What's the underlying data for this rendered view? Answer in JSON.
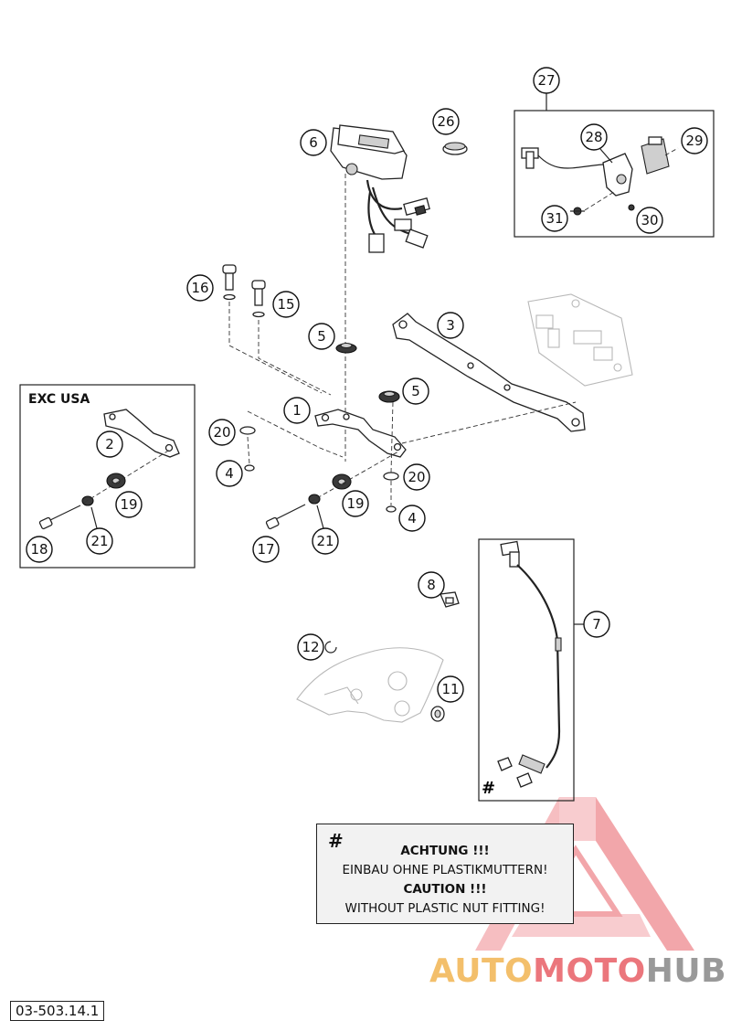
{
  "drawing_number": "03-503.14.1",
  "region_label": "EXC USA",
  "warning": {
    "symbol": "#",
    "line1": "ACHTUNG !!!",
    "line2": "EINBAU OHNE PLASTIKMUTTERN!",
    "line3": "CAUTION !!!",
    "line4": "WITHOUT PLASTIC NUT FITTING!"
  },
  "cable_note_symbol": "#",
  "watermark": {
    "part_a": "AUTO",
    "part_b": "MOTO",
    "part_c": "HUB",
    "colors": {
      "a": "#f1b552",
      "b": "#e85f66",
      "c": "#8f8f8f",
      "triangle": "#e85f66"
    }
  },
  "callouts": {
    "c27": "27",
    "c28": "28",
    "c29": "29",
    "c30": "30",
    "c31": "31",
    "c26": "26",
    "c6": "6",
    "c16": "16",
    "c15": "15",
    "c5a": "5",
    "c3": "3",
    "c5b": "5",
    "c1": "1",
    "c2": "2",
    "c19a": "19",
    "c18": "18",
    "c21a": "21",
    "c20a": "20",
    "c4a": "4",
    "c20b": "20",
    "c19b": "19",
    "c4b": "4",
    "c17": "17",
    "c21b": "21",
    "c8": "8",
    "c7": "7",
    "c12": "12",
    "c11": "11"
  }
}
